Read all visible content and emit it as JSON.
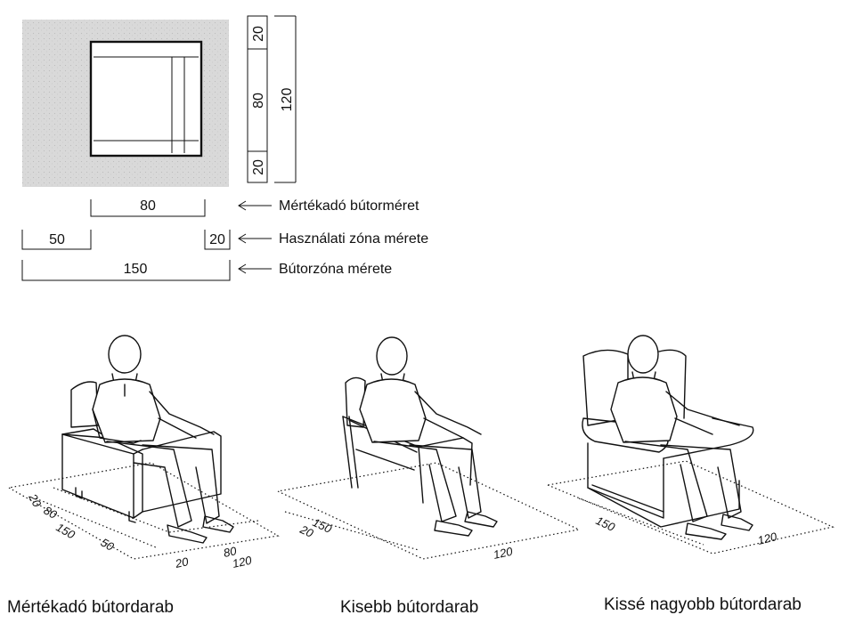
{
  "plan": {
    "furniture_width": "80",
    "usage_zone_left": "50",
    "usage_zone_right": "20",
    "zone_total": "150",
    "depth_top": "20",
    "depth_mid": "80",
    "depth_bottom": "20",
    "depth_total": "120"
  },
  "legend": {
    "furniture_size": "Mértékadó bútorméret",
    "usage_zone": "Használati zóna mérete",
    "furniture_zone": "Bútorzóna mérete"
  },
  "chairs": [
    {
      "caption": "Mértékadó bútordarab",
      "dims": [
        "20",
        "80",
        "150",
        "50",
        "20",
        "80",
        "120"
      ]
    },
    {
      "caption": "Kisebb bútordarab",
      "dims": [
        "20",
        "150",
        "120"
      ]
    },
    {
      "caption": "Kissé nagyobb bútordarab",
      "dims": [
        "150",
        "120"
      ]
    }
  ],
  "colors": {
    "zone_fill": "#d6d6d6",
    "ink": "#111111"
  }
}
